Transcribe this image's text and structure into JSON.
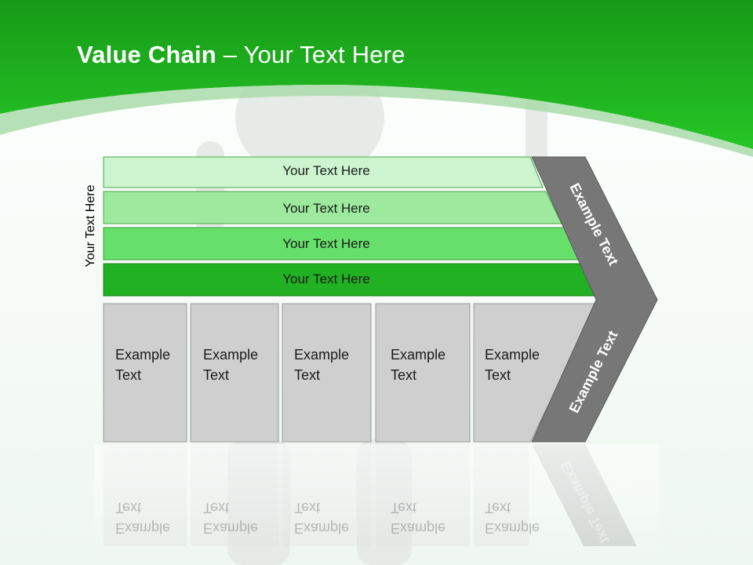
{
  "title": {
    "bold": "Value Chain",
    "rest": " – Your Text Here"
  },
  "side_label": "Your Text Here",
  "bars": [
    {
      "label": "Your Text Here",
      "color": "#ccf5cf"
    },
    {
      "label": "Your Text Here",
      "color": "#9de99e"
    },
    {
      "label": "Your Text Here",
      "color": "#66e06a"
    },
    {
      "label": "Your Text Here",
      "color": "#22b122"
    }
  ],
  "cards": [
    {
      "line1": "Example",
      "line2": "Text"
    },
    {
      "line1": "Example",
      "line2": "Text"
    },
    {
      "line1": "Example",
      "line2": "Text"
    },
    {
      "line1": "Example",
      "line2": "Text"
    },
    {
      "line1": "Example",
      "line2": "Text"
    }
  ],
  "chevron": {
    "top_text": "Example Text",
    "bottom_text": "Example Text"
  },
  "colors": {
    "header_green": "#22c322",
    "card_gray": "#cfcfcf",
    "chevron_gray": "#777777"
  }
}
